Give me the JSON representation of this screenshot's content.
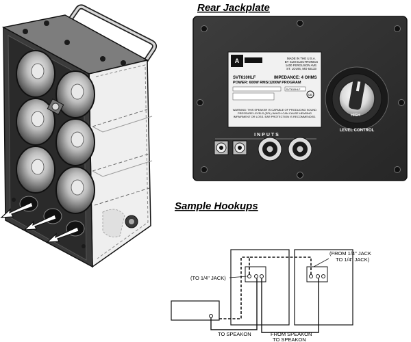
{
  "headings": {
    "rear_jackplate": "Rear Jackplate",
    "sample_hookups": "Sample Hookups"
  },
  "label_plate": {
    "made_in": "MADE IN THE U.S.A.",
    "company": "BY SLM ELECTRONICS",
    "address1": "1400 FERGUSON AVE.",
    "address2": "ST. LOUIS, MO 63133",
    "model": "SVT610HLF",
    "impedance": "IMPEDANCE: 4 OHMS",
    "power": "POWER: 600W RMS/1200W PROGRAM",
    "model2": "SVT610HLF",
    "warning1": "WARNING: THIS SPEAKER IS CAPABLE OF PRODUCING SOUND",
    "warning2": "PRESSURE LEVELS (SPL) WHICH CAN CAUSE HEARING",
    "warning3": "IMPAIRMENT OR LOSS. EAR PROTECTION IS RECOMMENDED."
  },
  "plate": {
    "inputs_label": "INPUTS",
    "knob_label": "HIGH",
    "level_control": "LEVEL CONTROL"
  },
  "hookup_labels": {
    "to_jack": "(TO 1/4\" JACK)",
    "from_jack_l1": "(FROM 1/4\" JACK",
    "from_jack_l2": "TO 1/4\" JACK)",
    "to_speakon": "TO SPEAKON",
    "from_speakon_l1": "FROM SPEAKON",
    "from_speakon_l2": "TO SPEAKON"
  }
}
